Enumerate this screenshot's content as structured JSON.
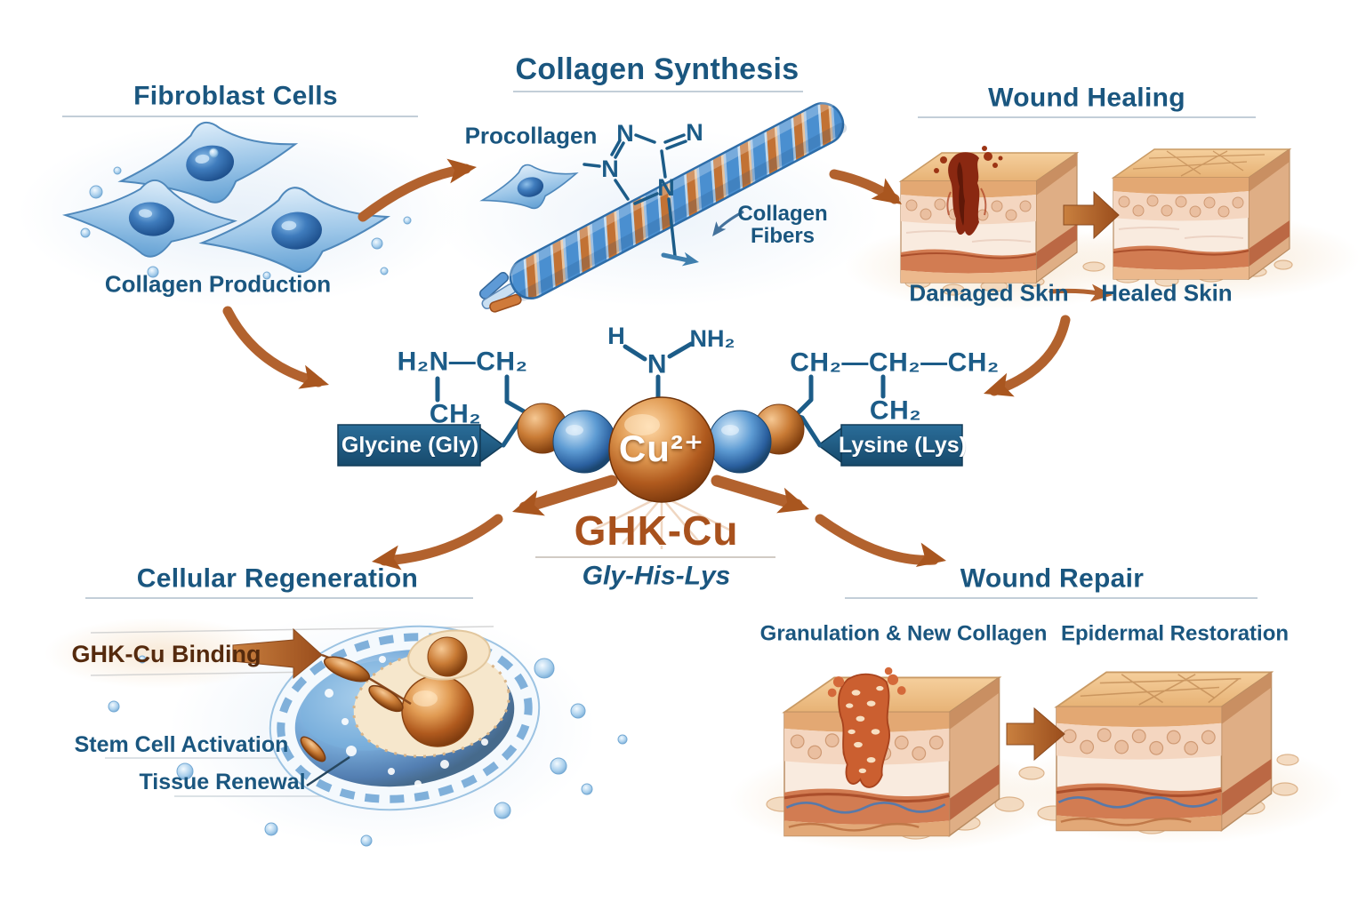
{
  "palette": {
    "navy_text": "#1a567f",
    "chem_blue": "#1c5c88",
    "copper_arrow": "#b2622e",
    "copper_dark": "#8a4a1f",
    "banner_blue": "#1d5e88",
    "ghk_copper": "#a8511d",
    "cell_blue": "#5b9bd5",
    "binding_brown": "#552a0d",
    "wound_red": "#8a2811",
    "granulation_orange": "#cb5f30"
  },
  "sections": {
    "fibroblast": {
      "title": "Fibroblast Cells",
      "caption": "Collagen Production"
    },
    "synthesis": {
      "title": "Collagen Synthesis",
      "procollagen": "Procollagen",
      "fibers": "Collagen Fibers",
      "ring_n": "N"
    },
    "healing": {
      "title": "Wound Healing",
      "damaged": "Damaged Skin",
      "healed": "Healed Skin"
    },
    "molecule": {
      "h2n_ch2": "H₂N—CH₂",
      "ch2_left": "CH₂",
      "chain": "CH₂—CH₂—CH₂",
      "ch2_right": "CH₂",
      "h": "H",
      "n": "N",
      "nh2": "NH₂",
      "cu": "Cu²⁺",
      "gly_banner": "Glycine (Gly)",
      "lys_banner": "Lysine (Lys)",
      "name": "GHK-Cu",
      "tripeptide": "Gly-His-Lys"
    },
    "regeneration": {
      "title": "Cellular Regeneration",
      "binding": "GHK-Cu Binding",
      "stem": "Stem Cell Activation",
      "tissue": "Tissue Renewal"
    },
    "repair": {
      "title": "Wound Repair",
      "granulation": "Granulation & New Collagen",
      "epidermal": "Epidermal Restoration"
    }
  }
}
